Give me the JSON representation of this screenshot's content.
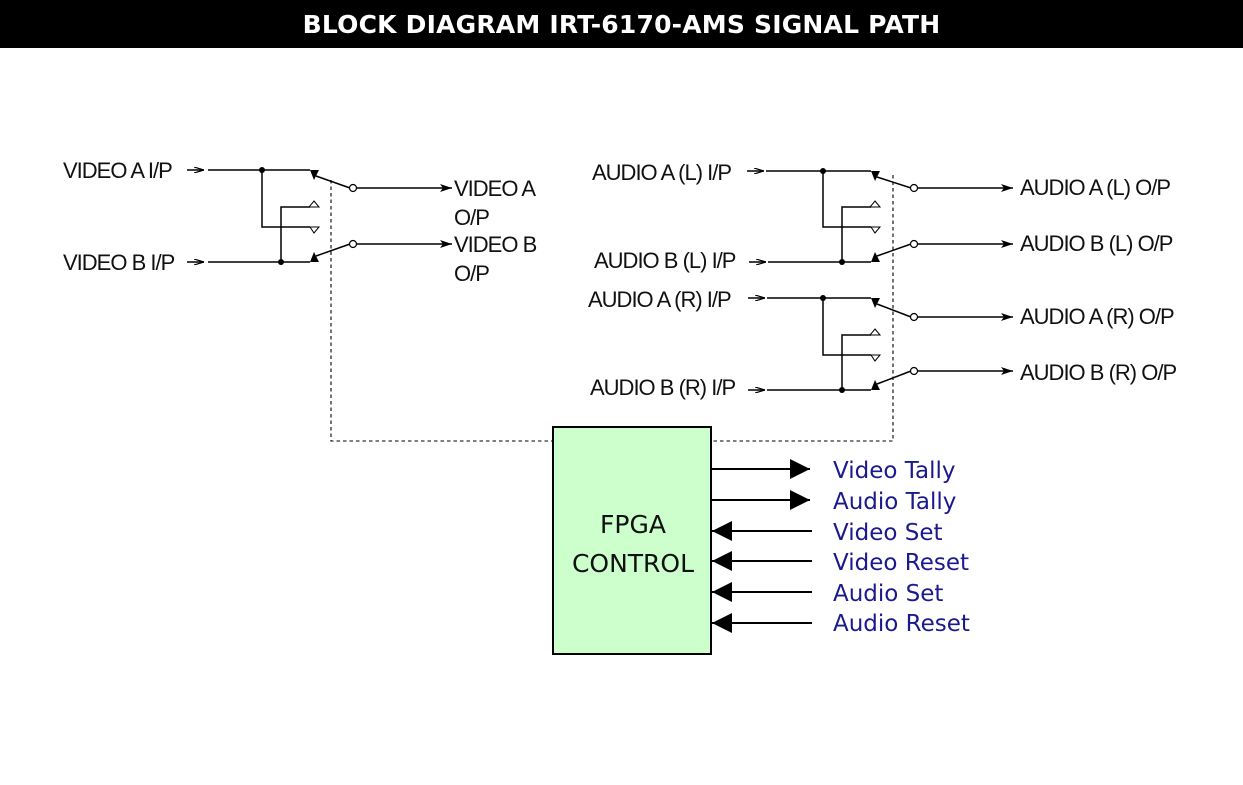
{
  "title": "BLOCK DIAGRAM IRT-6170-AMS SIGNAL PATH",
  "video": {
    "in_a": "VIDEO A I/P",
    "in_b": "VIDEO B I/P",
    "out_a_1": "VIDEO A",
    "out_a_2": "O/P",
    "out_b_1": "VIDEO B",
    "out_b_2": "O/P"
  },
  "audio": {
    "in_a_l": "AUDIO A (L) I/P",
    "in_b_l": "AUDIO B (L) I/P",
    "in_a_r": "AUDIO A (R) I/P",
    "in_b_r": "AUDIO B (R) I/P",
    "out_a_l": "AUDIO A (L) O/P",
    "out_b_l": "AUDIO B (L) O/P",
    "out_a_r": "AUDIO A (R) O/P",
    "out_b_r": "AUDIO B (R) O/P"
  },
  "fpga": {
    "line1": "FPGA",
    "line2": "CONTROL"
  },
  "signals": {
    "video_tally": "Video Tally",
    "audio_tally": "Audio Tally",
    "video_set": "Video Set",
    "video_reset": "Video Reset",
    "audio_set": "Audio Set",
    "audio_reset": "Audio Reset"
  },
  "colors": {
    "fpga_fill": "#ccffcc",
    "signal_text": "#1a1a8c",
    "title_bg": "#000000",
    "title_text": "#ffffff"
  }
}
